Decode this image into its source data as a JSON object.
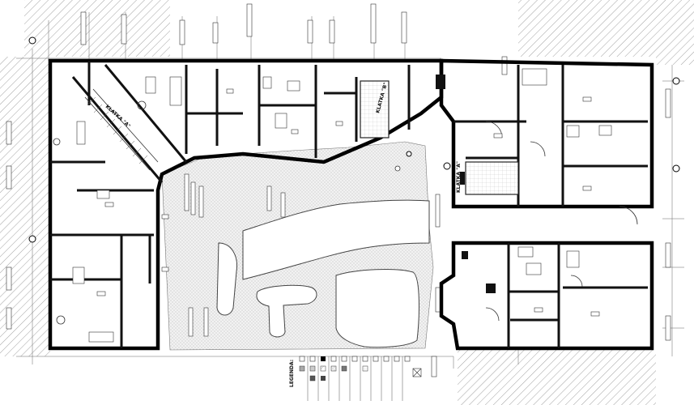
{
  "labels": {
    "stair_left": "KLATKA \"A\"",
    "stair_mid": "KLATKA \"B\"",
    "stair_right": "KLATKA \"A\"",
    "legend_title": "LEGENDA:"
  },
  "legend": {
    "items": [
      "",
      "",
      "",
      "",
      "",
      "",
      "",
      "",
      "",
      "",
      "",
      "",
      "",
      "",
      ""
    ]
  },
  "colors": {
    "line": "#111111",
    "hatch": "#888888",
    "paving": "#cccccc"
  }
}
